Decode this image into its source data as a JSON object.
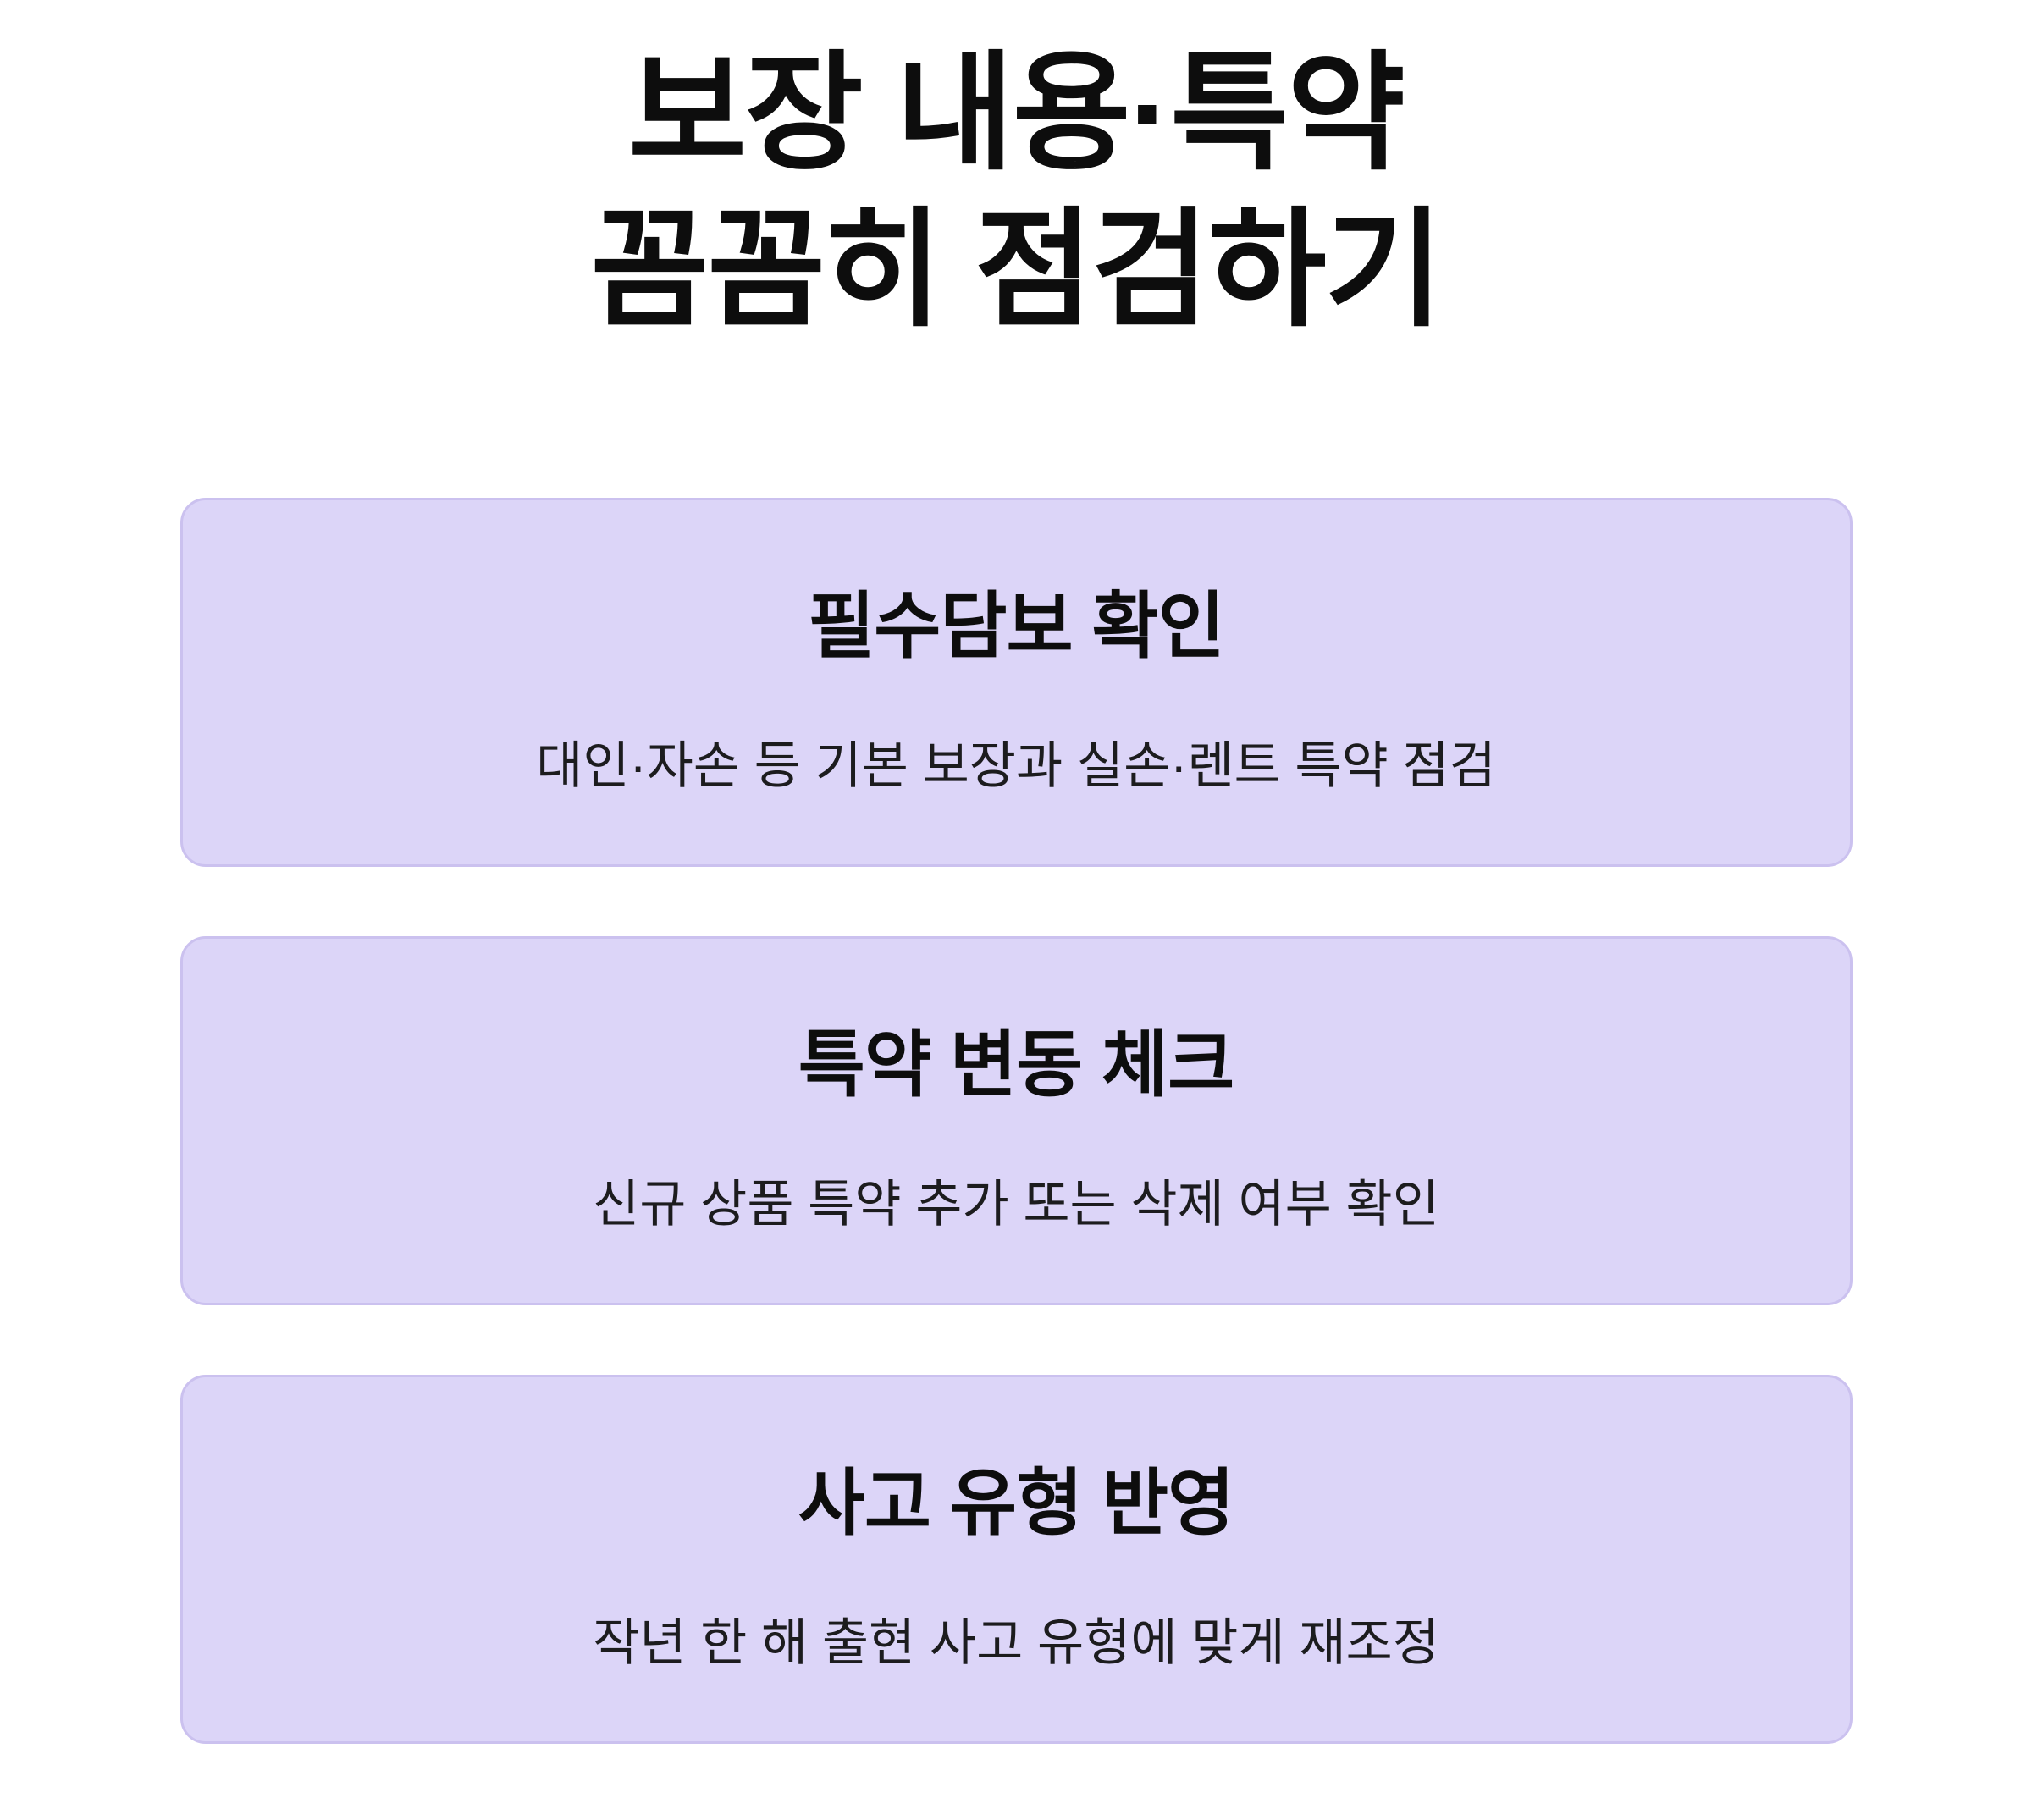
{
  "page": {
    "title_line1": "보장 내용·특약",
    "title_line2": "꼼꼼히 점검하기"
  },
  "cards": [
    {
      "title": "필수담보 확인",
      "desc": "대인·자손 등 기본 보장과 실손·렌트 특약 점검"
    },
    {
      "title": "특약 변동 체크",
      "desc": "신규 상품 특약 추가 또는 삭제 여부 확인"
    },
    {
      "title": "사고 유형 반영",
      "desc": "작년 한 해 출현 사고 유형에 맞게 재조정"
    }
  ],
  "colors": {
    "background": "#FFFFFF",
    "card_bg": "#DCD5F8",
    "card_border": "#CBC1EF",
    "title_text": "#0D0D0D",
    "desc_text": "#1C1C1E"
  }
}
